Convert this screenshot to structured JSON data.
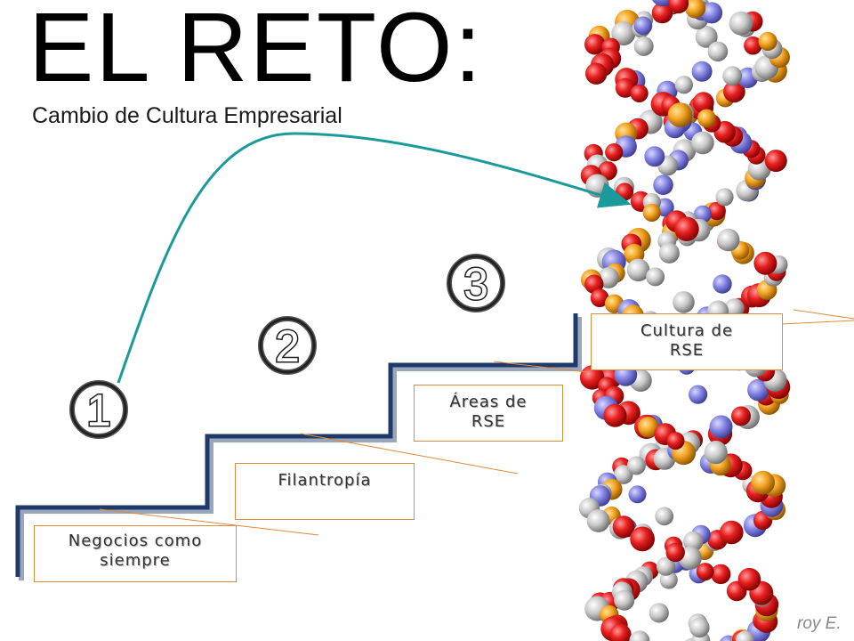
{
  "title": "EL RETO:",
  "subtitle": "Cambio de Cultura Empresarial",
  "steps": [
    {
      "number": "1",
      "label_line1": "Negocios como",
      "label_line2": "siempre"
    },
    {
      "number": "2",
      "label_line1": "Filantropía",
      "label_line2": ""
    },
    {
      "number": "3",
      "label_line1": "Áreas de",
      "label_line2": "RSE"
    },
    {
      "number": "",
      "label_line1": "Cultura de",
      "label_line2": "RSE"
    }
  ],
  "credit": "roy E.",
  "colors": {
    "staircase": "#1f3a68",
    "arrow": "#1a9a9a",
    "box_border": "#e08a3c",
    "dna_oxygen": "#e02020",
    "dna_phosphorus": "#f5a623",
    "dna_carbon": "#c8c8c8",
    "dna_nitrogen": "#8080e0"
  }
}
